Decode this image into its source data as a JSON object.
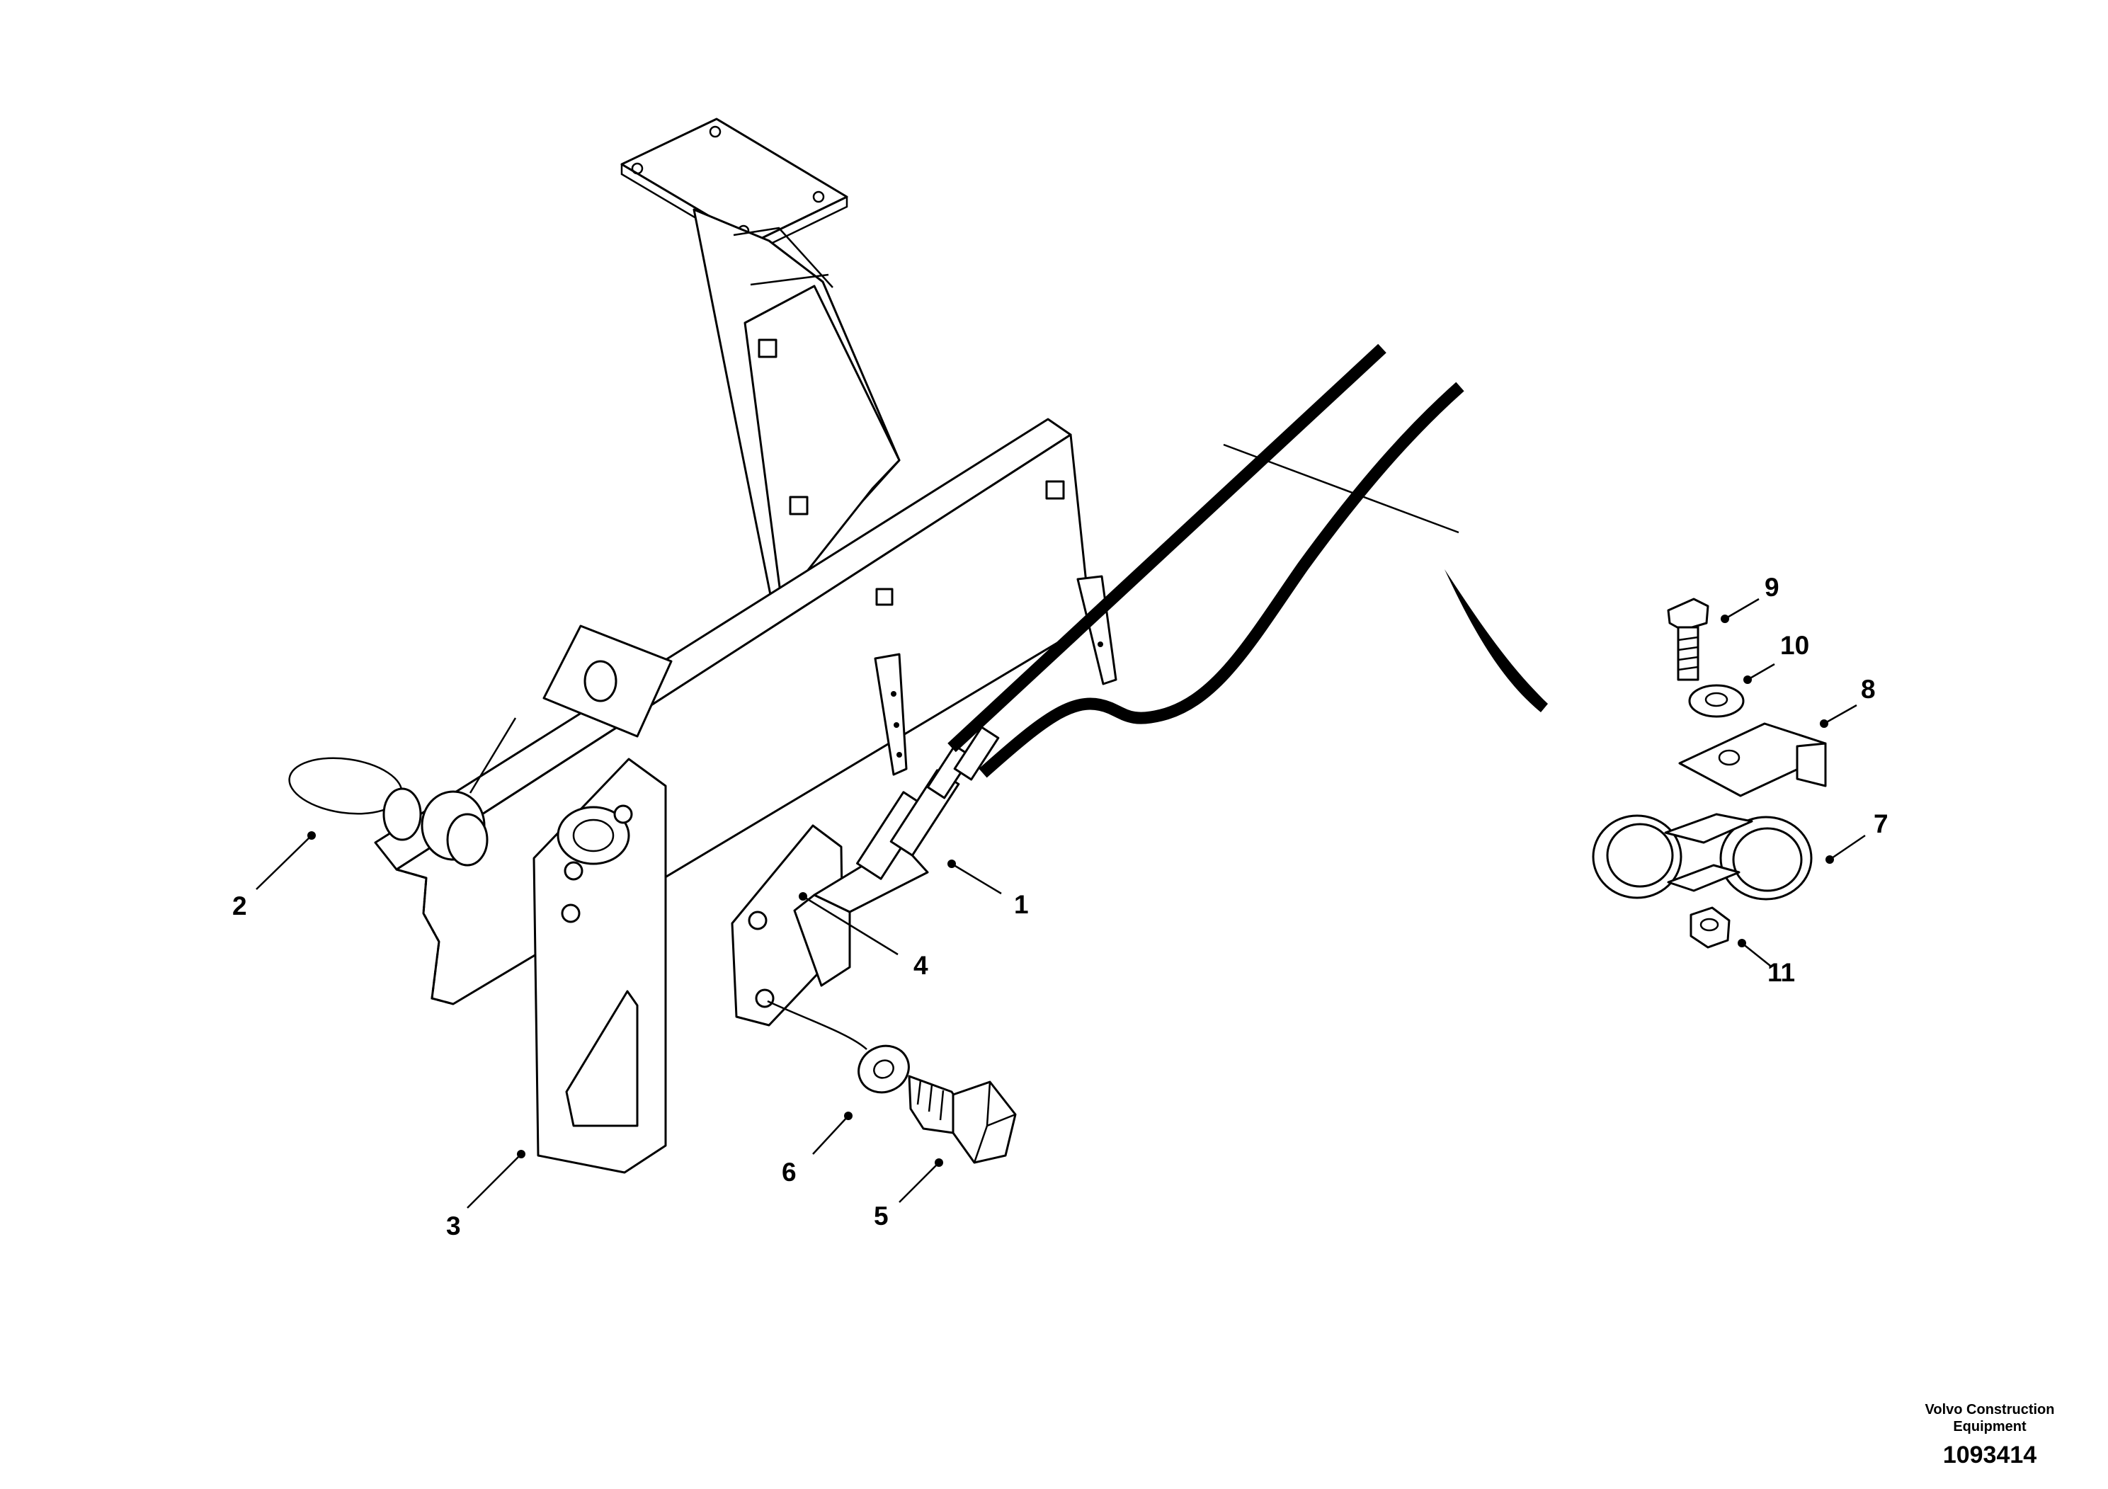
{
  "labels": [
    "1",
    "2",
    "3",
    "4",
    "5",
    "6",
    "7",
    "8",
    "9",
    "10",
    "11"
  ],
  "brand": {
    "line1": "Volvo Construction",
    "line2": "Equipment"
  },
  "drawing_number": "1093414"
}
